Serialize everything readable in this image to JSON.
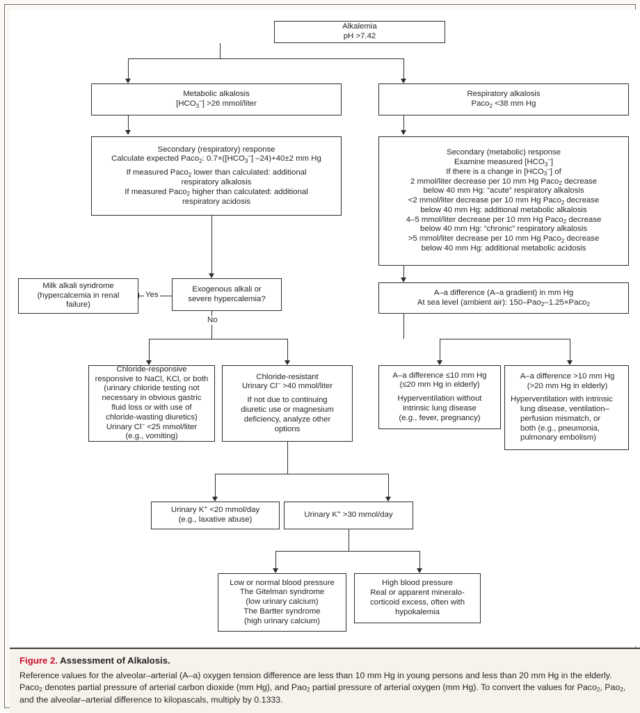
{
  "figure": {
    "caption_number": "Figure 2.",
    "caption_title": "Assessment of Alkalosis.",
    "caption_body": "Reference values for the alveolar–arterial (A–a) oxygen tension difference are less than 10 mm Hg in young persons and less than 20 mm Hg in the elderly. Paco2 denotes partial pressure of arterial carbon dioxide (mm Hg), and Pao2 partial pressure of arterial oxygen (mm Hg). To convert the values for Paco2, Pao2, and the alveolar–arterial difference to kilopascals, multiply by 0.1333.",
    "accent_color": "#c8102e",
    "caption_background": "#f7f3ec",
    "line_color": "#2b2b2b"
  },
  "nodes": {
    "root": {
      "line1": "Alkalemia",
      "line2_prefix": "pH >7.42"
    },
    "metabolic_alkalosis": {
      "line1": "Metabolic alkalosis",
      "line2_pre": "[HCO",
      "line2_sub": "3",
      "line2_sup": "–",
      "line2_post": "] >26 mmol/liter"
    },
    "respiratory_alkalosis": {
      "line1": "Respiratory alkalosis",
      "line2_pre": "Paco",
      "line2_sub": "2",
      "line2_post": " <38 mm Hg"
    },
    "secondary_respiratory": {
      "line1": "Secondary (respiratory) response",
      "line2_a": "Calculate expected Paco",
      "line2_sub": "2",
      "line2_b": ": 0.7×([HCO",
      "line2_sub2": "3",
      "line2_sup2": "–",
      "line2_c": "] –24)+40±2 mm Hg",
      "line3_a": "If measured Paco",
      "line3_sub": "2",
      "line3_b": " lower than calculated: additional",
      "line4": "respiratory alkalosis",
      "line5_a": "If measured Paco",
      "line5_sub": "2",
      "line5_b": " higher than calculated: additional",
      "line6": "respiratory acidosis"
    },
    "secondary_metabolic": {
      "line1": "Secondary (metabolic) response",
      "line2_a": "Examine measured [HCO",
      "line2_sub": "3",
      "line2_sup": "–",
      "line2_b": "]",
      "line3_a": "If there is a change in [HCO",
      "line3_sub": "3",
      "line3_sup": "–",
      "line3_b": "] of",
      "line4_a": "2 mmol/liter decrease per 10 mm Hg Paco",
      "line4_sub": "2",
      "line4_b": " decrease",
      "line5": "below 40 mm Hg: “acute” respiratory alkalosis",
      "line6_a": "<2 mmol/liter decrease per 10 mm Hg Paco",
      "line6_sub": "2",
      "line6_b": " decrease",
      "line7": "below 40 mm Hg: additional metabolic alkalosis",
      "line8_a": "4–5 mmol/liter decrease per 10 mm Hg Paco",
      "line8_sub": "2",
      "line8_b": " decrease",
      "line9": "below 40 mm Hg: “chronic” respiratory alkalosis",
      "line10_a": ">5 mmol/liter decrease per 10 mm Hg Paco",
      "line10_sub": "2",
      "line10_b": " decrease",
      "line11": "below 40 mm Hg: additional metabolic acidosis"
    },
    "milk_alkali": {
      "line1": "Milk alkali syndrome",
      "line2": "(hypercalcemia in renal",
      "line3": "failure)"
    },
    "exogenous_alkali": {
      "line1": "Exogenous alkali or",
      "line2": "severe hypercalemia?"
    },
    "aa_difference": {
      "line1": "A–a  difference (A–a gradient) in mm Hg",
      "line2_a": "At sea level (ambient air): 150–Pao",
      "line2_sub": "2",
      "line2_b": "–1.25×Paco",
      "line2_sub2": "2"
    },
    "chloride_responsive": {
      "line1": "Chloride-responsive",
      "line2": "responsive to NaCl, KCl, or both",
      "line3": "(urinary chloride testing not",
      "line4": "necessary in obvious gastric",
      "line5": "fluid loss or with use of",
      "line6": "chloride-wasting diuretics)",
      "line7_a": "Urinary Cl",
      "line7_sup": "–",
      "line7_b": " <25 mmol/liter",
      "line8": "(e.g., vomiting)"
    },
    "chloride_resistant": {
      "line1": "Chloride-resistant",
      "line2_a": "Urinary Cl",
      "line2_sup": "–",
      "line2_b": " >40 mmol/liter",
      "line3": "If not due to continuing",
      "line4": "diuretic use or magnesium",
      "line5": "deficiency, analyze other",
      "line6": "options"
    },
    "aa_low": {
      "line1": "A–a difference ≤10 mm Hg",
      "line2": "(≤20 mm Hg in elderly)",
      "line3": "Hyperventilation without",
      "line4": "intrinsic lung disease",
      "line5": "(e.g., fever, pregnancy)"
    },
    "aa_high": {
      "line1": "A–a difference >10 mm Hg",
      "line2": "(>20 mm Hg in elderly)",
      "line3": "Hyperventilation with intrinsic",
      "line4": "lung disease, ventilation–",
      "line5": "perfusion mismatch, or",
      "line6": "both (e.g., pneumonia,",
      "line7": "pulmonary embolism)"
    },
    "urinary_k_low": {
      "line1_a": "Urinary K",
      "line1_sup": "+",
      "line1_b": " <20 mmol/day",
      "line2": "(e.g., laxative abuse)"
    },
    "urinary_k_high": {
      "line1_a": "Urinary K",
      "line1_sup": "+",
      "line1_b": " >30 mmol/day"
    },
    "low_bp": {
      "line1": "Low or normal blood pressure",
      "line2": "The Gitelman syndrome",
      "line3": "(low urinary calcium)",
      "line4": "The Bartter syndrome",
      "line5": "(high urinary calcium)"
    },
    "high_bp": {
      "line1": "High blood pressure",
      "line2": "Real or apparent mineralo-",
      "line3": "corticoid excess, often with",
      "line4": "hypokalemia"
    }
  },
  "edge_labels": {
    "yes": "Yes",
    "no": "No"
  }
}
